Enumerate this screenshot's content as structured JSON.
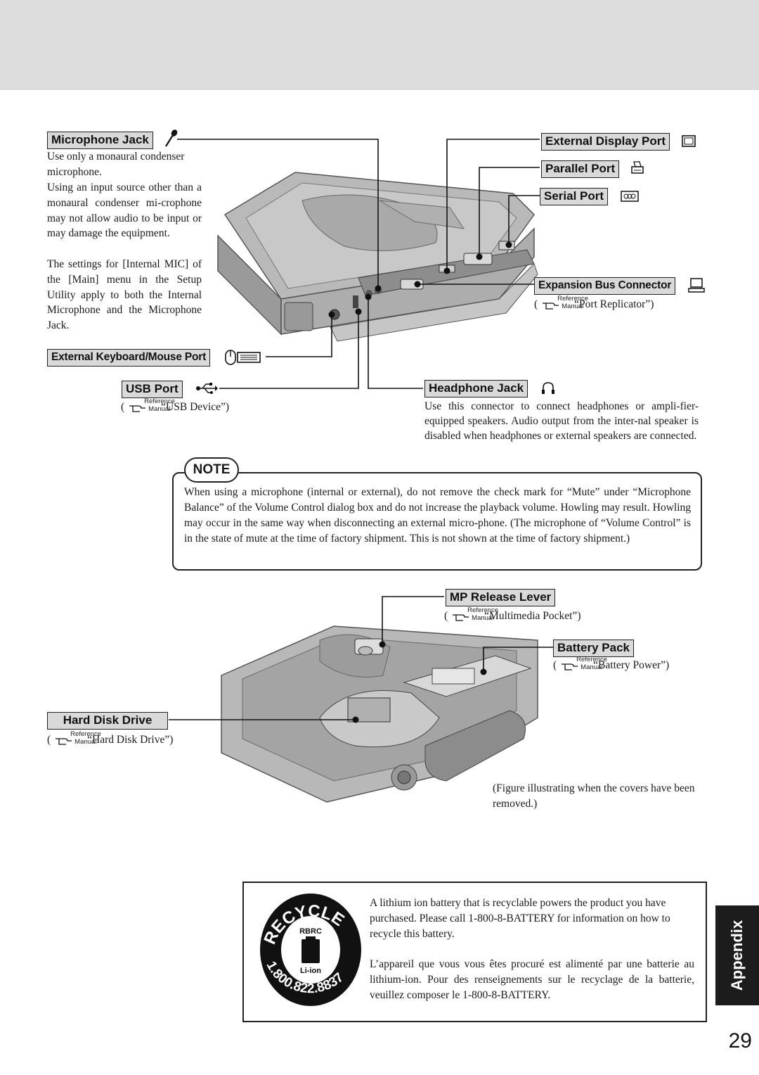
{
  "labels": {
    "microphone_jack": "Microphone Jack",
    "external_keyboard_mouse_port": "External Keyboard/Mouse Port",
    "usb_port": "USB Port",
    "external_display_port": "External Display Port",
    "parallel_port": "Parallel Port",
    "serial_port": "Serial Port",
    "expansion_bus_connector": "Expansion Bus Connector",
    "headphone_jack": "Headphone Jack",
    "mp_release_lever": "MP Release Lever",
    "battery_pack": "Battery Pack",
    "hard_disk_drive": "Hard Disk Drive"
  },
  "microphone_text": {
    "p1": "Use only a monaural condenser microphone.",
    "p2": "Using an input source other than a monaural condenser mi-crophone may not allow audio to be input or may damage the equipment.",
    "p3": "The settings for [Internal MIC] of the [Main] menu in the Setup Utility apply to both the Internal Microphone and the Microphone Jack."
  },
  "reference": {
    "word_top": "Reference",
    "word_bottom": "Manual",
    "usb": "“USB Device”)",
    "port_replicator": "“Port Replicator”)",
    "multimedia_pocket": "“Multimedia Pocket”)",
    "battery_power": "“Battery Power”)",
    "hard_disk": "“Hard Disk Drive”)",
    "open_paren": "("
  },
  "headphone_text": "Use this connector to connect headphones or ampli-fier-equipped speakers. Audio output from the inter-nal speaker is disabled when headphones or external speakers are connected.",
  "note": {
    "badge": "NOTE",
    "text": "When using a microphone (internal or external), do not remove the check mark for “Mute” under “Microphone Balance” of the Volume Control dialog box and do not increase the playback volume. Howling may result. Howling may occur in the same way when disconnecting an external micro-phone. (The microphone of “Volume Control” is in the state of mute at the time of factory shipment. This is not shown at the time of factory shipment.)"
  },
  "figure_caption": "(Figure illustrating when the covers have been removed.)",
  "recycle": {
    "logo_text": "RECYCLE",
    "logo_org": "RBRC",
    "logo_chem": "Li-ion",
    "logo_phone": "1.800.822.8837",
    "en": "A lithium ion battery that is recyclable powers the product you have purchased.  Please call 1-800-8-BATTERY for information on how to recycle this battery.",
    "fr": "L’appareil que vous vous êtes procuré est alimenté par une batterie au lithium-ion. Pour des renseignements sur le recyclage de la batterie, veuillez composer le 1-800-8-BATTERY."
  },
  "side_tab": "Appendix",
  "page_number": "29"
}
